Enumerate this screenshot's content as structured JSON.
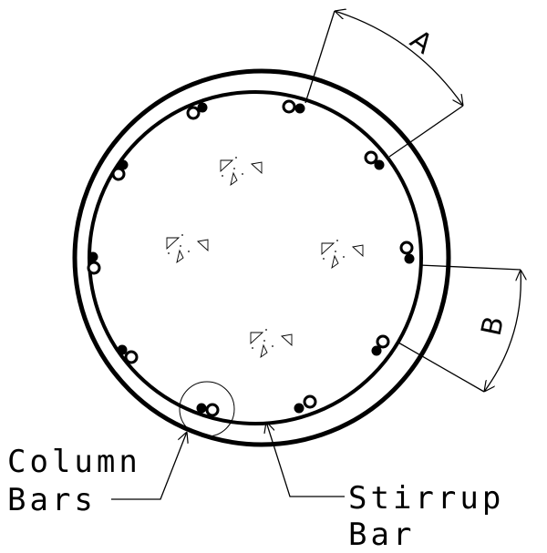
{
  "labels": {
    "dimension_a": "A",
    "dimension_b": "B",
    "column_bars_line1": "Column",
    "column_bars_line2": "Bars",
    "stirrup_bar_line1": "Stirrup",
    "stirrup_bar_line2": "Bar"
  },
  "colors": {
    "stroke": "#000000",
    "background": "#ffffff"
  }
}
